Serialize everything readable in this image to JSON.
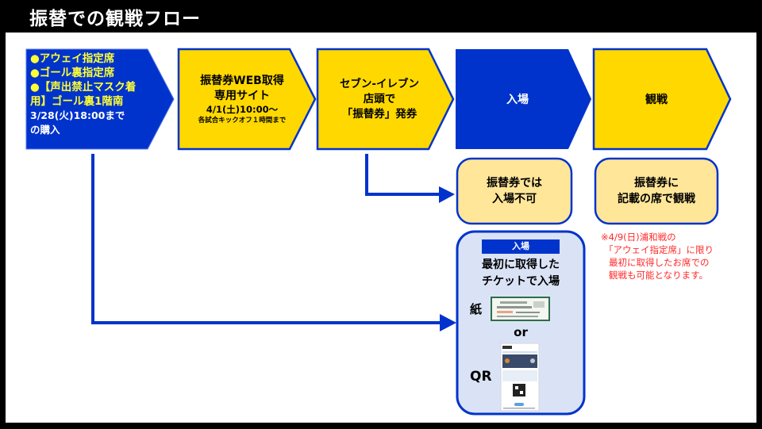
{
  "title": "振替での観戦フロー",
  "colors": {
    "blue": "#0033cc",
    "yellow": "#ffd800",
    "pale_yellow": "#ffe699",
    "pale_blue": "#dae3f6",
    "note_red": "#ff2a2a"
  },
  "steps": [
    {
      "lines": [
        "●アウェイ指定席",
        "●ゴール裏指定席",
        "●【声出禁止マスク着",
        "用】ゴール裏1階南"
      ],
      "sub_lines": [
        "3/28(火)18:00まで",
        "の購入"
      ]
    },
    {
      "lines": [
        "振替券WEB取得",
        "専用サイト"
      ],
      "sub_lines": [
        "4/1(土)10:00～"
      ],
      "small_line": "各試合キックオフ１時間まで"
    },
    {
      "lines": [
        "セブン-イレブン",
        "店頭で",
        "「振替券」発券"
      ]
    },
    {
      "lines": [
        "入場"
      ]
    },
    {
      "lines": [
        "観戦"
      ]
    }
  ],
  "result_boxes": [
    {
      "lines": [
        "振替券では",
        "入場不可"
      ]
    },
    {
      "lines": [
        "振替券に",
        "記載の席で観戦"
      ]
    }
  ],
  "entry_box": {
    "header": "入場",
    "lines": [
      "最初に取得した",
      "チケットで入場"
    ],
    "paper_label": "紙",
    "or_label": "or",
    "qr_label": "QR"
  },
  "note": [
    "※4/9(日)浦和戦の",
    "「アウェイ指定席」に限り",
    "最初に取得したお席での",
    "観戦も可能となります。"
  ]
}
